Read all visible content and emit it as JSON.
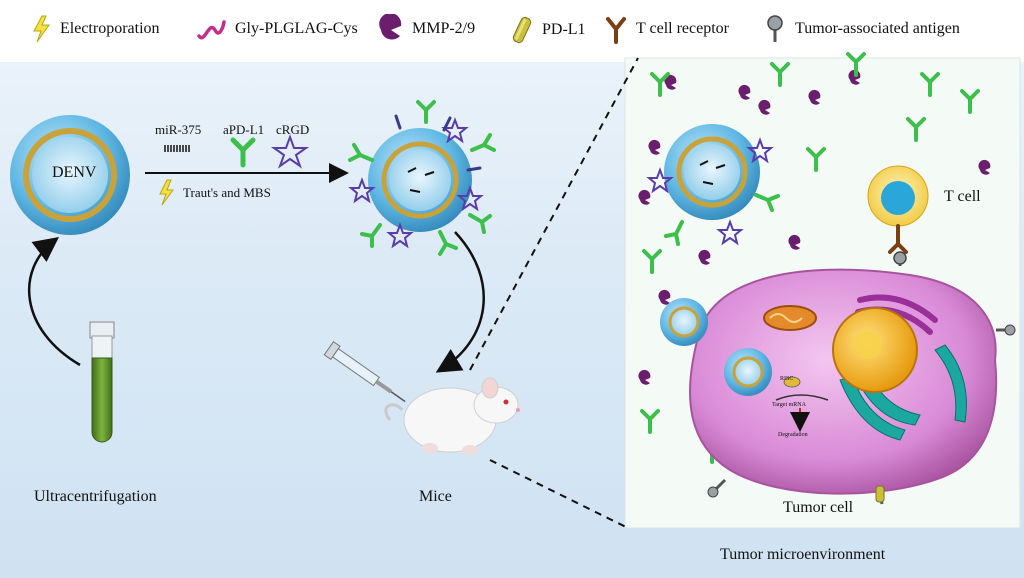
{
  "legend": {
    "electroporation": "Electroporation",
    "peptide": "Gly-PLGLAG-Cys",
    "mmp": "MMP-2/9",
    "pdl1": "PD-L1",
    "tcr": "T cell receptor",
    "antigen": "Tumor-associated antigen"
  },
  "labels": {
    "denv": "DENV",
    "mir": "miR-375",
    "apdl1": "aPD-L1",
    "crgd": "cRGD",
    "reagents": "Traut's  and  MBS",
    "ultracentrifugation": "Ultracentrifugation",
    "mice": "Mice",
    "tcell": "T cell",
    "tumorcell": "Tumor cell",
    "microenv": "Tumor  microenvironment",
    "target_mrna": "Target mRNA",
    "degradation": "Degradation",
    "risc": "RISC"
  },
  "colors": {
    "virion_blue": "#5fb7e3",
    "core_gold": "#c9a23a",
    "antibody_green": "#3dbf4b",
    "star_purple": "#5a3da8",
    "mmp_purple": "#6b1e6e",
    "peptide_magenta": "#c22e8c",
    "tumor_pink": "#d98ad6",
    "nucleus_yellow": "#f2b51e",
    "tube_green": "#5a8f2a"
  }
}
